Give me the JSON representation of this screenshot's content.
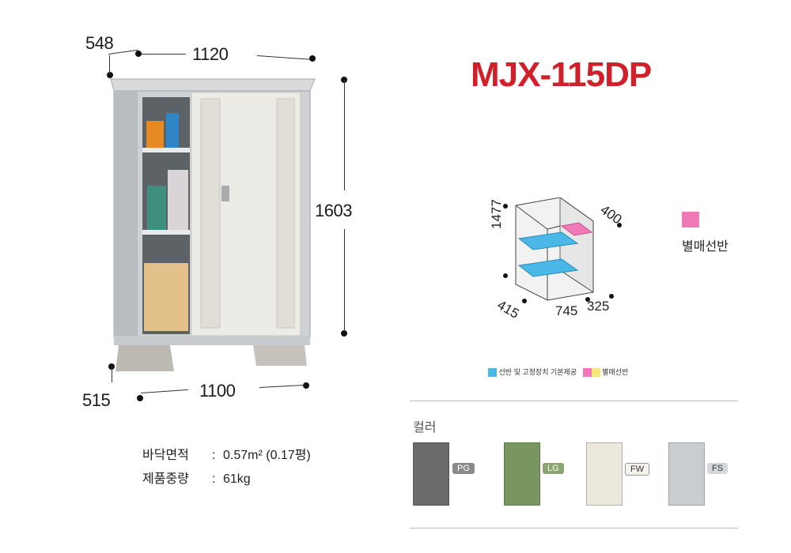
{
  "model": "MJX-115DP",
  "dimensions": {
    "depth_top": "548",
    "width_top": "1120",
    "height": "1603",
    "depth_bottom": "515",
    "width_bottom": "1100"
  },
  "interior": {
    "height": "1477",
    "shelf_depth": "400",
    "depth": "415",
    "width_left": "745",
    "width_right": "325"
  },
  "optional_shelf_label": "별매선반",
  "legend": {
    "standard": "선반 및 고정장치 기본제공",
    "optional": "별매선반"
  },
  "specs": [
    {
      "label": "바닥면적",
      "value": "0.57m² (0.17평)"
    },
    {
      "label": "제품중량",
      "value": "61kg"
    }
  ],
  "colors_heading": "컬러",
  "colors": [
    {
      "code": "PG",
      "hex": "#6b6b6b"
    },
    {
      "code": "LG",
      "hex": "#7a9660"
    },
    {
      "code": "FW",
      "hex": "#ece8dd"
    },
    {
      "code": "FS",
      "hex": "#c9cdd1"
    }
  ],
  "palette": {
    "title_red": "#d0202a",
    "shelf_blue": "#4ab8e6",
    "shelf_pink": "#f07ab8",
    "legend_yellow": "#f5e97a"
  }
}
